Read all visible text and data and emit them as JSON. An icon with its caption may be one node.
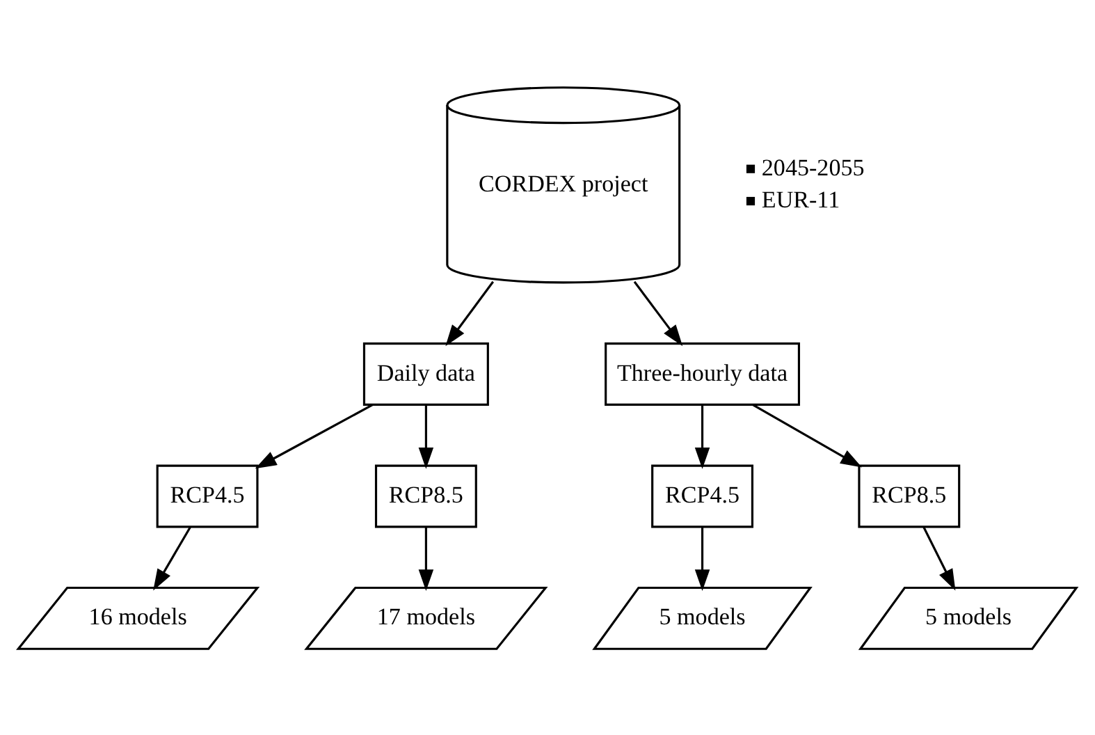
{
  "diagram": {
    "nodes": [
      {
        "text": [
          "CORDEX project"
        ],
        "beside": [
          "2045-2055",
          "EUR-11"
        ]
      },
      {
        "text": [
          "Daily data"
        ]
      },
      {
        "text": [
          "Three-hourly data"
        ]
      },
      {
        "text": [
          "RCP4.5"
        ]
      },
      {
        "text": [
          "RCP8.5"
        ]
      },
      {
        "text": [
          "RCP4.5"
        ]
      },
      {
        "text": [
          "RCP8.5"
        ]
      },
      {
        "text": [
          "16 models"
        ]
      },
      {
        "text": [
          "17 models"
        ]
      },
      {
        "text": [
          "5 models"
        ]
      },
      {
        "text": [
          "5 models"
        ]
      }
    ],
    "edges": [
      {
        "from": 0,
        "to": 1,
        "arrow": "to"
      },
      {
        "from": 0,
        "to": 2,
        "arrow": "to"
      },
      {
        "from": 1,
        "to": 3,
        "arrow": "to"
      },
      {
        "from": 1,
        "to": 4,
        "arrow": "to"
      },
      {
        "from": 2,
        "to": 5,
        "arrow": "to"
      },
      {
        "from": 2,
        "to": 6,
        "arrow": "to"
      },
      {
        "from": 3,
        "to": 7,
        "arrow": "to"
      },
      {
        "from": 4,
        "to": 8,
        "arrow": "to"
      },
      {
        "from": 5,
        "to": 9,
        "arrow": "to"
      },
      {
        "from": 6,
        "to": 10,
        "arrow": "to"
      }
    ]
  }
}
